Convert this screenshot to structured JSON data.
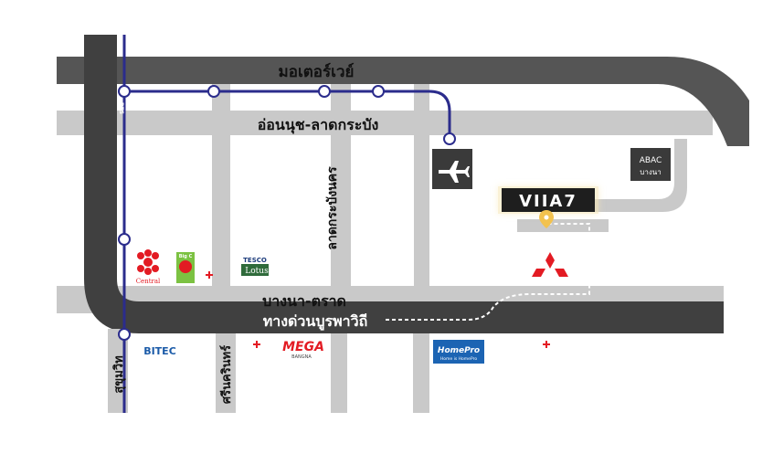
{
  "roads": {
    "motorway": "มอเตอร์เวย์",
    "on_nut_lat_krabang": "อ่อนนุช-ลาดกระบัง",
    "bang_na_trat": "บางนา-ตราด",
    "burapha_withi_expressway": "ทางด่วนบูรพาวิถี",
    "lat_krabang_vertical": "ลาดกระบังนคร",
    "srinagarindra": "ศรีนครินทร์",
    "sukhumvit": "สุขุมวิท",
    "bts_tag": "BTS"
  },
  "places": {
    "abac_line1": "ABAC",
    "abac_line2": "บางนา",
    "project_logo": "VIIA7",
    "central": "Central",
    "big_c": "Big C",
    "tesco_top": "TESCO",
    "tesco_bottom": "Lotus",
    "bitec": "BITEC",
    "mega_top": "MEGA",
    "mega_bottom": "BANGNA",
    "homepro_top": "HomePro",
    "homepro_bottom": "Home is HomePro"
  },
  "icons": {
    "airport": "airplane-icon",
    "bts_station": "train-icon",
    "location": "map-pin-icon",
    "mitsubishi": "mitsubishi-logo",
    "hospital": "plus-icon"
  },
  "colors": {
    "major_road": "#555555",
    "minor_road": "#c9c9c9",
    "bts_line": "#2b2c8c",
    "route_dotted": "#ffffff",
    "hospital_red": "#e31b23",
    "homepro_blue": "#1c64b3",
    "bitec_blue": "#1a5aa8"
  }
}
